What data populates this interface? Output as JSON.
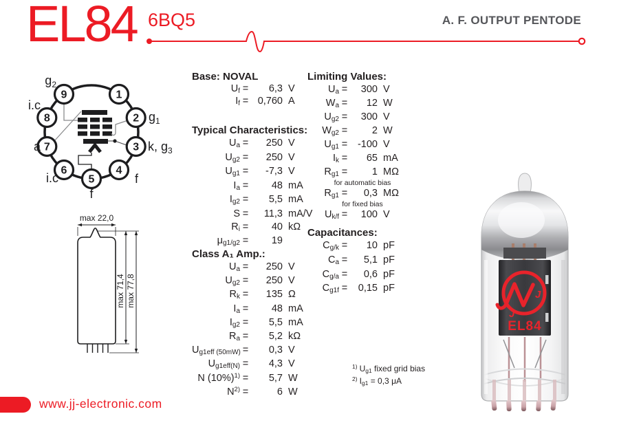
{
  "header": {
    "title": "EL84",
    "subtitle": "6BQ5",
    "type": "A. F. OUTPUT PENTODE"
  },
  "footer": {
    "url": "www.jj-electronic.com"
  },
  "colors": {
    "accent": "#ec1b24",
    "text": "#231f20",
    "type_gray": "#55565a"
  },
  "pinout": {
    "pins": [
      {
        "n": "1",
        "label": ""
      },
      {
        "n": "2",
        "label": "g1"
      },
      {
        "n": "3",
        "label": "k, g3"
      },
      {
        "n": "4",
        "label": "f"
      },
      {
        "n": "5",
        "label": "f"
      },
      {
        "n": "6",
        "label": "i.c"
      },
      {
        "n": "7",
        "label": "a"
      },
      {
        "n": "8",
        "label": "i.c"
      },
      {
        "n": "9",
        "label": "g2"
      }
    ]
  },
  "dimensions": {
    "width_label": "max 22,0",
    "body_height_label": "max 71,4",
    "total_height_label": "max 77,8"
  },
  "tube": {
    "logo_letter": "J",
    "model": "EL84"
  },
  "sections": {
    "eq": "=",
    "base": {
      "title": "Base: NOVAL",
      "rows": [
        {
          "sym": "U",
          "sub": "f",
          "val": "6,3",
          "unit": "V"
        },
        {
          "sym": "I",
          "sub": "f",
          "val": "0,760",
          "unit": "A"
        }
      ]
    },
    "typical": {
      "title": "Typical Characteristics:",
      "rows": [
        {
          "sym": "U",
          "sub": "a",
          "val": "250",
          "unit": "V"
        },
        {
          "sym": "U",
          "sub": "g2",
          "val": "250",
          "unit": "V"
        },
        {
          "sym": "U",
          "sub": "g1",
          "val": "-7,3",
          "unit": "V"
        },
        {
          "sym": "I",
          "sub": "a",
          "val": "48",
          "unit": "mA"
        },
        {
          "sym": "I",
          "sub": "g2",
          "val": "5,5",
          "unit": "mA"
        },
        {
          "sym": "S",
          "sub": "",
          "val": "11,3",
          "unit": "mA/V"
        },
        {
          "sym": "R",
          "sub": "i",
          "val": "40",
          "unit": "kΩ"
        },
        {
          "sym": "μ",
          "sub": "g1/g2",
          "val": "19",
          "unit": ""
        }
      ]
    },
    "classa": {
      "title": "Class A₁ Amp.:",
      "rows": [
        {
          "sym": "U",
          "sub": "a",
          "val": "250",
          "unit": "V"
        },
        {
          "sym": "U",
          "sub": "g2",
          "val": "250",
          "unit": "V"
        },
        {
          "sym": "R",
          "sub": "k",
          "val": "135",
          "unit": "Ω"
        },
        {
          "sym": "I",
          "sub": "a",
          "val": "48",
          "unit": "mA"
        },
        {
          "sym": "I",
          "sub": "g2",
          "val": "5,5",
          "unit": "mA"
        },
        {
          "sym": "R",
          "sub": "a",
          "val": "5,2",
          "unit": "kΩ"
        },
        {
          "sym": "U",
          "sub": "g1eff (50mW)",
          "val": "0,3",
          "unit": "V"
        },
        {
          "sym": "U",
          "sub": "g1eff(N)",
          "val": "4,3",
          "unit": "V"
        },
        {
          "sym": "N (10%)",
          "sub": "",
          "sup": "1)",
          "val": "5,7",
          "unit": "W"
        },
        {
          "sym": "N",
          "sub": "",
          "sup": "2)",
          "val": "6",
          "unit": "W"
        }
      ]
    },
    "limiting": {
      "title": "Limiting Values:",
      "rows": [
        {
          "sym": "U",
          "sub": "a",
          "val": "300",
          "unit": "V"
        },
        {
          "sym": "W",
          "sub": "a",
          "val": "12",
          "unit": "W"
        },
        {
          "sym": "U",
          "sub": "g2",
          "val": "300",
          "unit": "V"
        },
        {
          "sym": "W",
          "sub": "g2",
          "val": "2",
          "unit": "W"
        },
        {
          "sym": "U",
          "sub": "g1",
          "val": "-100",
          "unit": "V"
        },
        {
          "sym": "I",
          "sub": "k",
          "val": "65",
          "unit": "mA"
        },
        {
          "sym": "R",
          "sub": "g1",
          "val": "1",
          "unit": "MΩ",
          "note": "for automatic bias"
        },
        {
          "sym": "R",
          "sub": "g1",
          "val": "0,3",
          "unit": "MΩ",
          "note": "for fixed bias"
        },
        {
          "sym": "U",
          "sub": "k/f",
          "val": "100",
          "unit": "V"
        }
      ]
    },
    "caps": {
      "title": "Capacitances:",
      "rows": [
        {
          "sym": "C",
          "sub": "g/k",
          "val": "10",
          "unit": "pF"
        },
        {
          "sym": "C",
          "sub": "a",
          "val": "5,1",
          "unit": "pF"
        },
        {
          "sym": "C",
          "sub": "g/a",
          "val": "0,6",
          "unit": "pF"
        },
        {
          "sym": "C",
          "sub": "g1f",
          "val": "0,15",
          "unit": "pF"
        }
      ]
    }
  },
  "footnotes": [
    {
      "sup": "1)",
      "pre": "U",
      "sub": "g1",
      "text": " fixed grid bias"
    },
    {
      "sup": "2)",
      "pre": "I",
      "sub": "g1",
      "text": " = 0,3 μA"
    }
  ]
}
